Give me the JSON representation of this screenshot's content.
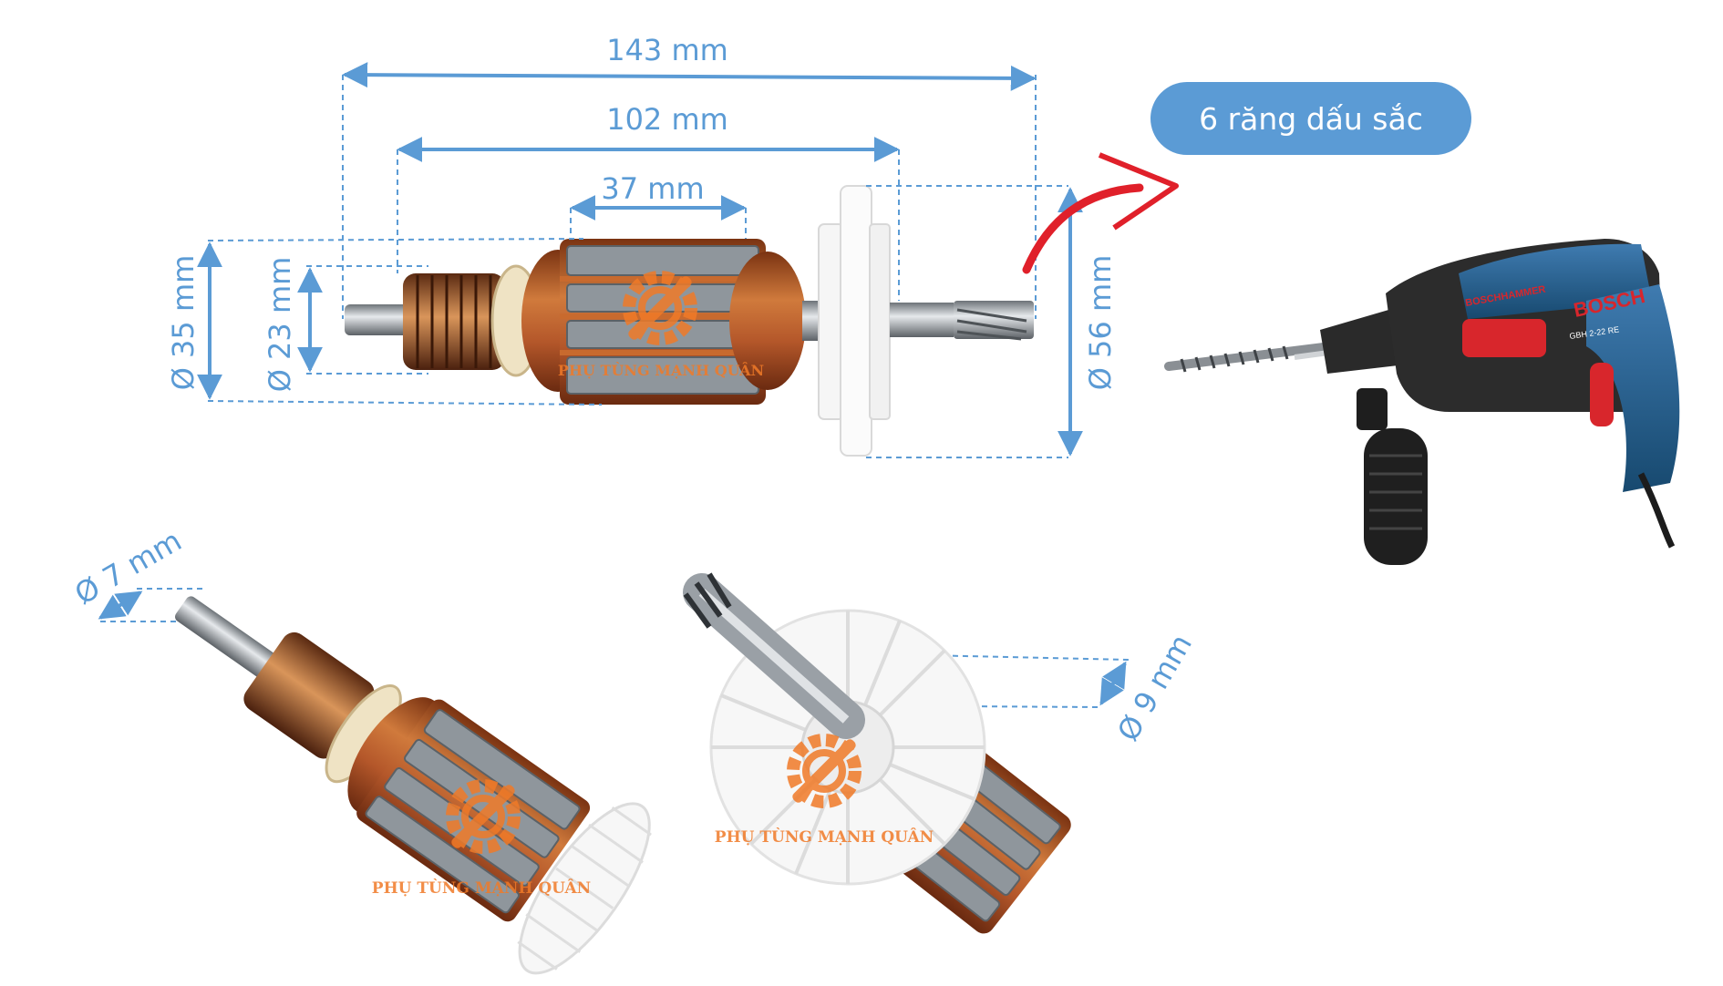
{
  "colors": {
    "dimension": "#5b9bd5",
    "badge_bg": "#5b9bd5",
    "badge_text": "#ffffff",
    "arrow": "#e0202a",
    "copper": "#b8602c",
    "steel": "#9aa0a6",
    "fan": "#f4f4f4",
    "watermark": "#f07a28",
    "drill_blue": "#1f5a8a",
    "drill_black": "#2a2a2a",
    "drill_red": "#d8262c"
  },
  "dimensions": {
    "overall_length": "143 mm",
    "body_length": "102 mm",
    "core_length": "37 mm",
    "core_diameter": "Ø 35 mm",
    "commutator_diameter": "Ø 23 mm",
    "fan_diameter": "Ø 56 mm",
    "rear_shaft_diameter": "Ø 7 mm",
    "front_shaft_diameter": "Ø 9 mm"
  },
  "badge": {
    "label": "6 răng dấu sắc"
  },
  "watermark": {
    "text": "PHỤ TÙNG MẠNH QUÂN"
  },
  "drill": {
    "brand": "BOSCH",
    "series": "BOSCHHAMMER",
    "model": "GBH 2-22 RE"
  },
  "icons": {
    "gear_wrench": "gear-wrench-logo-icon",
    "pointer": "curved-arrow-icon"
  }
}
